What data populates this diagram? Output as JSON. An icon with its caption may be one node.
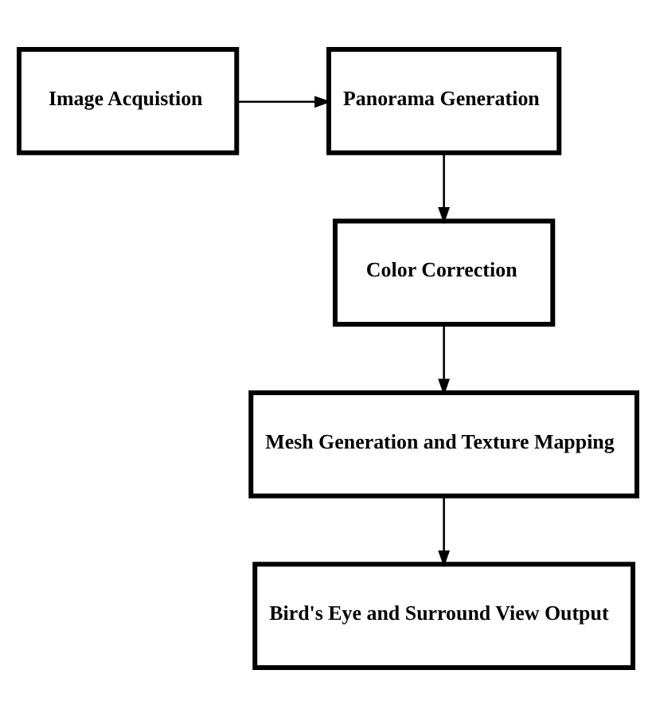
{
  "diagram": {
    "nodes": [
      {
        "text": [
          "Image Acquistion"
        ]
      },
      {
        "text": [
          "Panorama Generation"
        ]
      },
      {
        "text": [
          "Color Correction"
        ]
      },
      {
        "text": [
          "Mesh Generation and Texture Mapping"
        ]
      },
      {
        "text": [
          "Bird's Eye and Surround View Output"
        ]
      }
    ],
    "edges": [
      {
        "from": 0,
        "to": 1,
        "arrow": "to"
      },
      {
        "from": 1,
        "to": 2,
        "arrow": "to"
      },
      {
        "from": 2,
        "to": 3,
        "arrow": "to"
      },
      {
        "from": 3,
        "to": 4,
        "arrow": "to"
      }
    ]
  }
}
